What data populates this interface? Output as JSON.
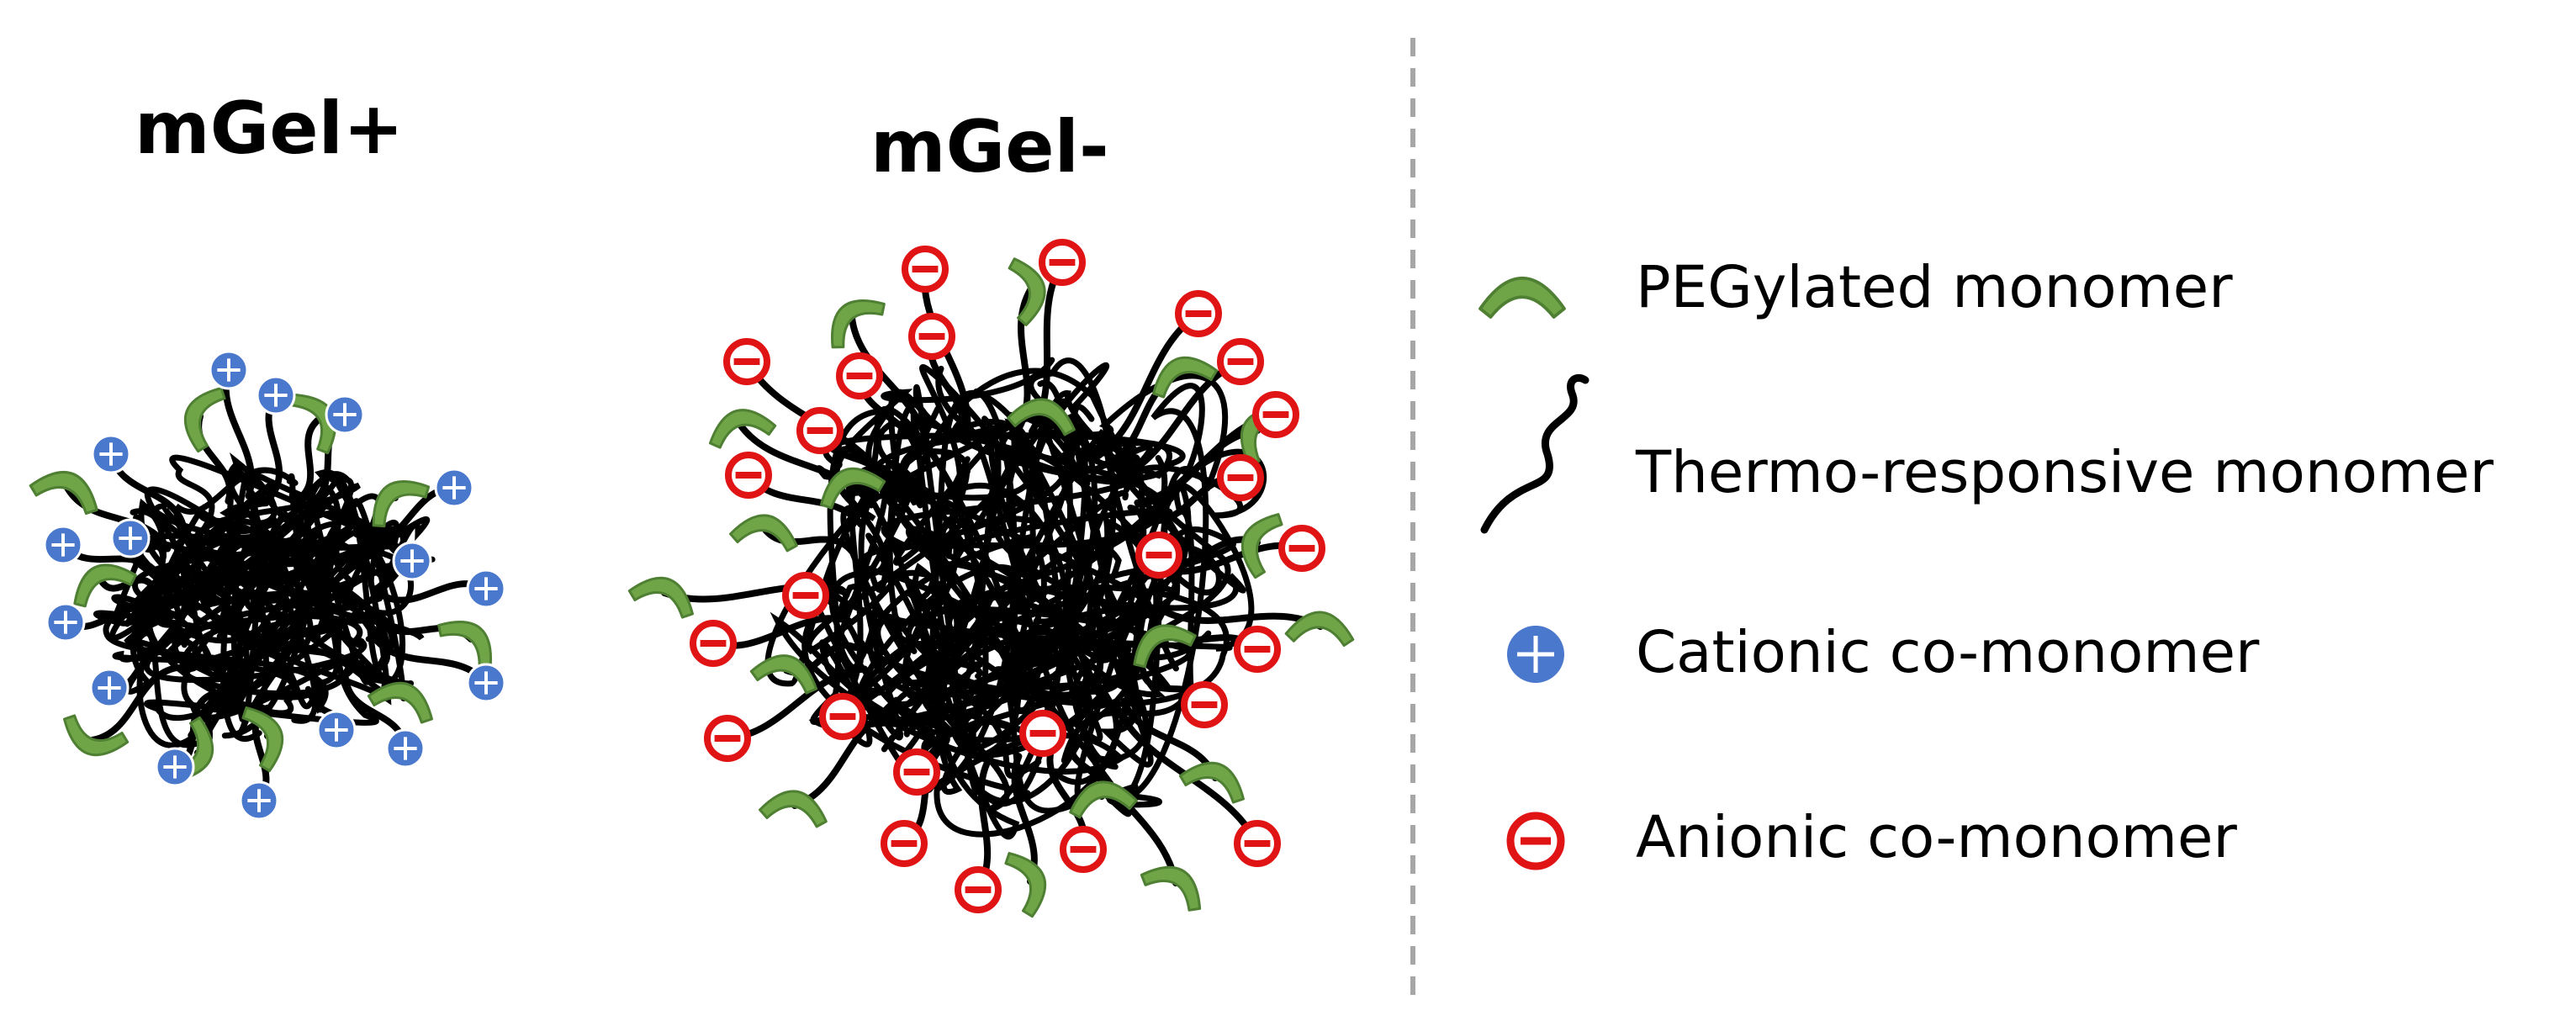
{
  "panels": {
    "cationic_title": "mGel+",
    "anionic_title": "mGel-"
  },
  "legend": {
    "items": [
      {
        "label": "PEGylated monomer",
        "icon": "peg-arc-icon"
      },
      {
        "label": "Thermo-responsive monomer",
        "icon": "polymer-chain-icon"
      },
      {
        "label": "Cationic co-monomer",
        "icon": "plus-circle-icon"
      },
      {
        "label": "Anionic co-monomer",
        "icon": "minus-circle-icon"
      }
    ]
  },
  "colors": {
    "peg": "#6fa447",
    "peg_stroke": "#4f7f33",
    "chain": "#000000",
    "cation": "#4a78cc",
    "anion": "#e01414",
    "divider": "#a6a6a6"
  }
}
